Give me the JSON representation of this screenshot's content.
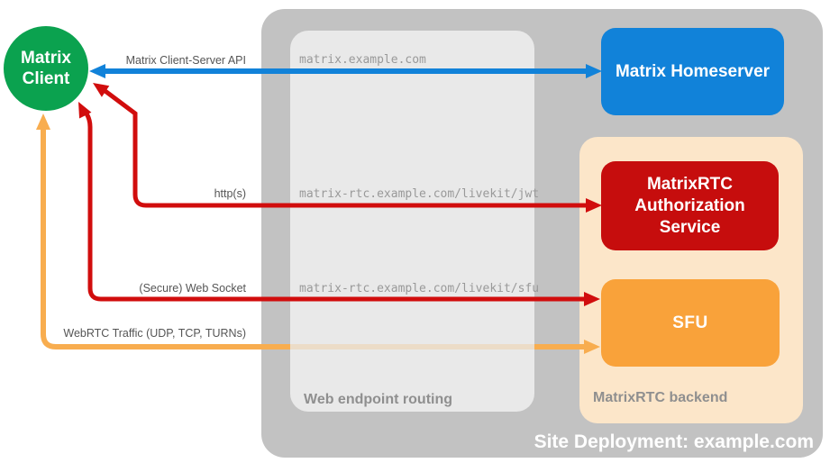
{
  "diagram": {
    "title": "Site Deployment: example.com",
    "client": {
      "line1": "Matrix",
      "line2": "Client"
    },
    "homeserver": {
      "label": "Matrix Homeserver"
    },
    "auth_service": {
      "label": "MatrixRTC Authorization Service"
    },
    "sfu": {
      "label": "SFU"
    },
    "groups": {
      "routing": "Web endpoint routing",
      "backend": "MatrixRTC backend"
    },
    "routes": [
      "matrix.example.com",
      "matrix-rtc.example.com/livekit/jwt",
      "matrix-rtc.example.com/livekit/sfu"
    ],
    "arrows": {
      "api": {
        "label": "Matrix Client-Server API",
        "color": "#1182d9"
      },
      "http": {
        "label": "http(s)",
        "color": "#d10d0d"
      },
      "ws": {
        "label": "(Secure) Web Socket",
        "color": "#d10d0d"
      },
      "webrtc": {
        "label": "WebRTC Traffic (UDP, TCP, TURNs)",
        "color": "#f8ad4f"
      }
    }
  },
  "colors": {
    "client_green": "#0ba24f",
    "homeserver_blue": "#1182d9",
    "auth_red": "#c60d0d",
    "sfu_orange": "#f9a23a",
    "backend_peach": "#fce6c9",
    "container_gray": "#c2c2c2",
    "routing_gray": "#e9e9e9",
    "label_gray": "#8f8f8f",
    "url_gray": "#999999",
    "title_white": "#ffffff"
  }
}
